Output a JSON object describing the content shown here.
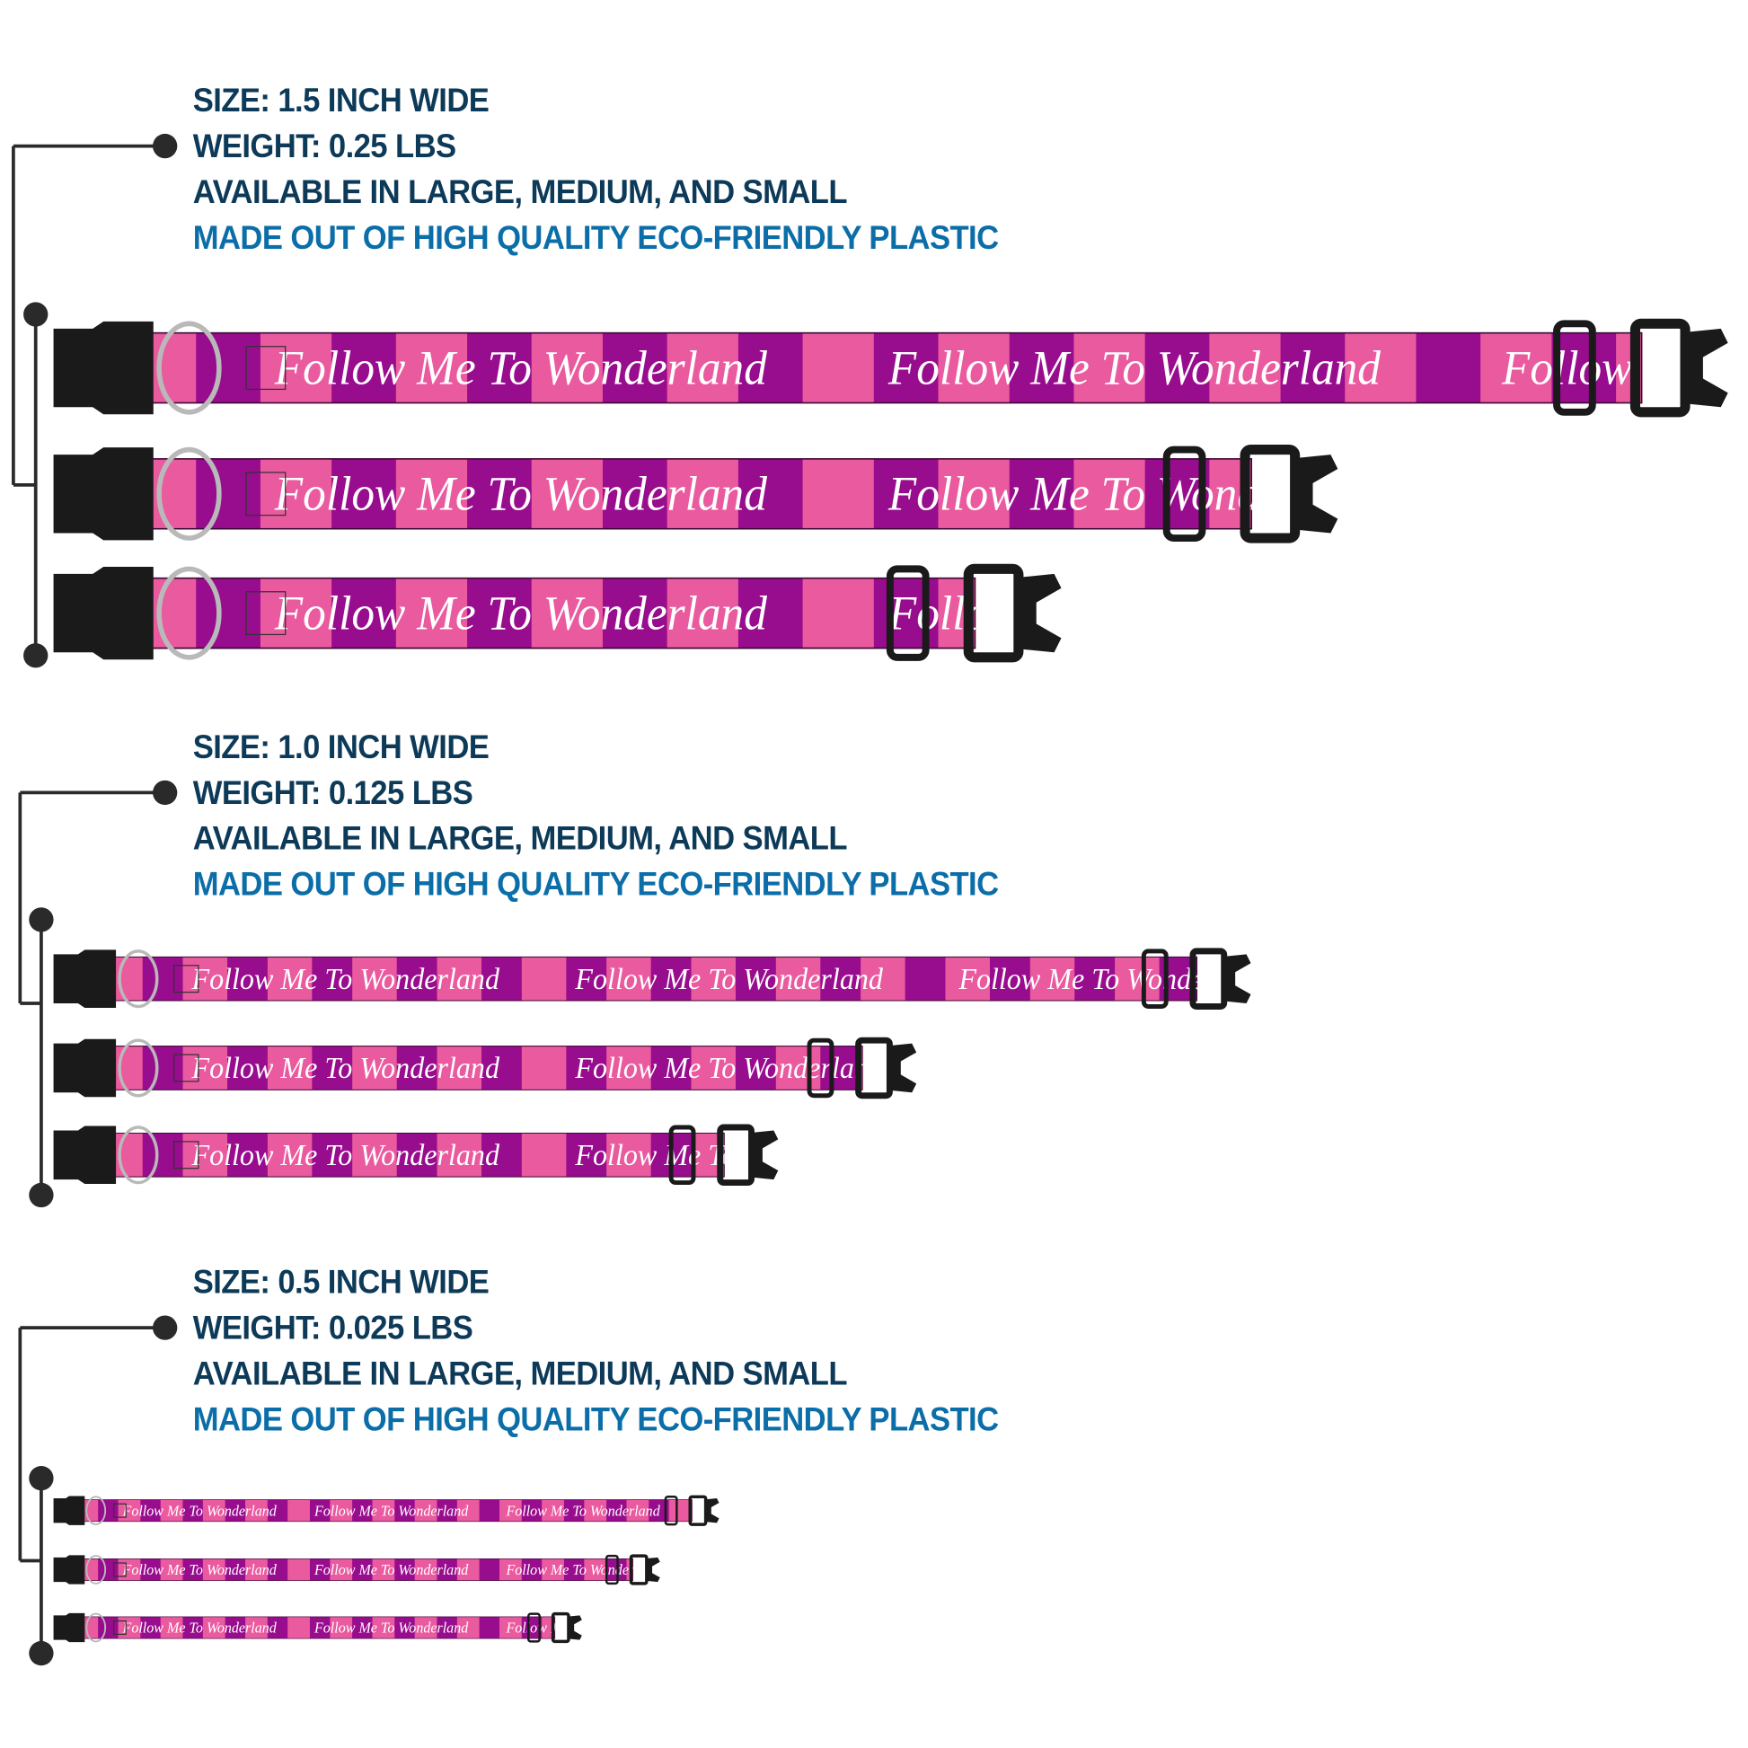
{
  "colors": {
    "heading": "#0d3a58",
    "accent": "#0b6ea8",
    "stripe_pink": "#ea5a9f",
    "stripe_purple": "#980c8e",
    "hardware": "#1a1a1a",
    "bracket": "#2a2a2a"
  },
  "collar_text": "Follow Me To Wonderland",
  "sections": [
    {
      "size": "SIZE: 1.5 INCH WIDE",
      "weight": "WEIGHT: 0.25 LBS",
      "availability": "AVAILABLE IN LARGE, MEDIUM, AND SMALL",
      "material": "MADE OUT OF HIGH QUALITY ECO-FRIENDLY PLASTIC",
      "collars": [
        "large",
        "medium",
        "small"
      ]
    },
    {
      "size": "SIZE: 1.0 INCH WIDE",
      "weight": "WEIGHT: 0.125 LBS",
      "availability": "AVAILABLE IN LARGE, MEDIUM, AND SMALL",
      "material": "MADE OUT OF HIGH QUALITY ECO-FRIENDLY PLASTIC",
      "collars": [
        "large",
        "medium",
        "small"
      ]
    },
    {
      "size": "SIZE: 0.5 INCH WIDE",
      "weight": "WEIGHT: 0.025 LBS",
      "availability": "AVAILABLE IN LARGE, MEDIUM, AND SMALL",
      "material": "MADE OUT OF HIGH QUALITY ECO-FRIENDLY PLASTIC",
      "collars": [
        "large",
        "medium",
        "small"
      ]
    }
  ]
}
